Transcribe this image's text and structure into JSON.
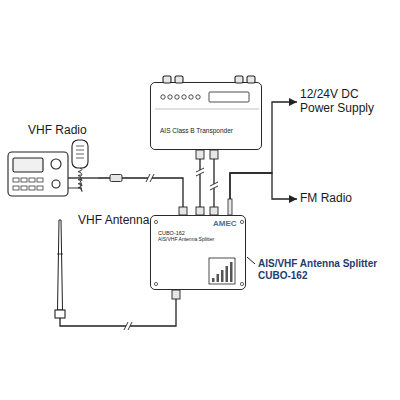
{
  "diagram": {
    "nodes": [
      {
        "text": [
          "AIS Class B Transponder"
        ]
      },
      {
        "text": [
          "VHF Radio"
        ]
      },
      {
        "text": [
          "12/24V DC Power Supply"
        ]
      },
      {
        "text": [
          "FM Radio"
        ]
      },
      {
        "text": [
          "VHF Antenna"
        ]
      },
      {
        "text": [
          "CUBO-162",
          "AIS/VHF Antenna Splitter",
          "AMEC"
        ]
      }
    ],
    "edges": [
      {
        "from": 1,
        "to": 5,
        "arrow": "none"
      },
      {
        "from": 0,
        "to": 5,
        "arrow": "none"
      },
      {
        "from": 0,
        "to": 5,
        "arrow": "none"
      },
      {
        "from": 5,
        "to": 2,
        "arrow": "to"
      },
      {
        "from": 5,
        "to": 3,
        "arrow": "to"
      },
      {
        "from": 4,
        "to": 5,
        "arrow": "none"
      }
    ],
    "labels": [
      "AIS/VHF Antenna Splitter CUBO-162"
    ]
  }
}
